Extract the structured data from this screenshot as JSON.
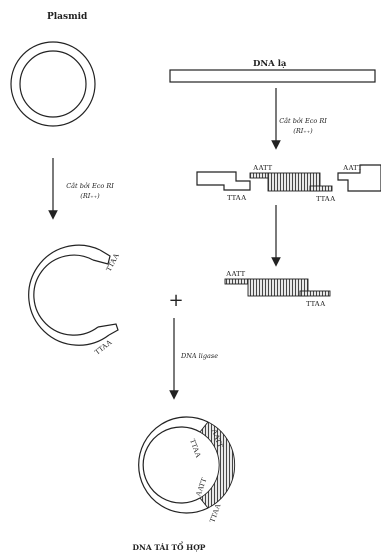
{
  "labels": {
    "plasmid": "Plasmid",
    "foreign_dna": "DNA lạ",
    "cut_enzyme_a": "Cắt bởi Eco RI",
    "cut_enzyme_a_sub": "(RI₊₊)",
    "cut_enzyme_b": "Cắt bởi Eco RI",
    "cut_enzyme_b_sub": "(RI₊₊)",
    "plus": "+",
    "ligase": "DNA ligase",
    "recombinant": "DNA TÁI TỔ HỢP"
  },
  "sticky_ends": {
    "top_left": "AATT",
    "top_right": "AATT",
    "bottom_left": "TTAA",
    "bottom_right": "TTAA",
    "frag_top": "AATT",
    "frag_bottom": "TTAA",
    "open_plasmid_upper": "TTAA",
    "open_plasmid_lower": "TTAA",
    "rec_aatt_1": "AATT",
    "rec_ttaa_1": "TTAA",
    "rec_aatt_2": "AATT",
    "rec_ttaa_2": "TTAA"
  }
}
